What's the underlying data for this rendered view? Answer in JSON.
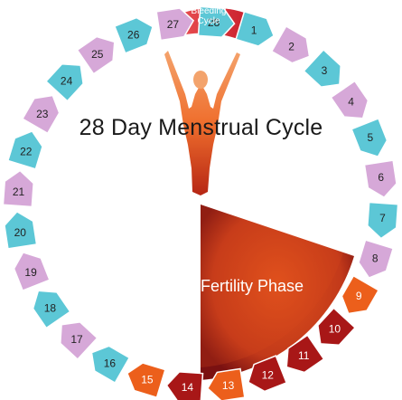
{
  "title": "28 Day Menstrual Cycle",
  "bleeding_label_line1": "Bleeding",
  "bleeding_label_line2": "Cycle",
  "fertility_label": "Fertility Phase",
  "colors": {
    "pink": "#d6a8d8",
    "teal": "#5cc7d6",
    "fertile_red": "#a81717",
    "fertile_orange": "#ec5f1b",
    "bleeding": "#e0323c"
  },
  "days": [
    {
      "n": "1",
      "color": "teal"
    },
    {
      "n": "2",
      "color": "pink"
    },
    {
      "n": "3",
      "color": "teal"
    },
    {
      "n": "4",
      "color": "pink"
    },
    {
      "n": "5",
      "color": "teal"
    },
    {
      "n": "6",
      "color": "pink"
    },
    {
      "n": "7",
      "color": "teal"
    },
    {
      "n": "8",
      "color": "pink"
    },
    {
      "n": "9",
      "color": "fertile_orange"
    },
    {
      "n": "10",
      "color": "fertile_red"
    },
    {
      "n": "11",
      "color": "fertile_red"
    },
    {
      "n": "12",
      "color": "fertile_red"
    },
    {
      "n": "13",
      "color": "fertile_orange"
    },
    {
      "n": "14",
      "color": "fertile_red"
    },
    {
      "n": "15",
      "color": "fertile_orange"
    },
    {
      "n": "16",
      "color": "teal"
    },
    {
      "n": "17",
      "color": "pink"
    },
    {
      "n": "18",
      "color": "teal"
    },
    {
      "n": "19",
      "color": "pink"
    },
    {
      "n": "20",
      "color": "teal"
    },
    {
      "n": "21",
      "color": "pink"
    },
    {
      "n": "22",
      "color": "teal"
    },
    {
      "n": "23",
      "color": "pink"
    },
    {
      "n": "24",
      "color": "teal"
    },
    {
      "n": "25",
      "color": "pink"
    },
    {
      "n": "26",
      "color": "teal"
    },
    {
      "n": "27",
      "color": "pink"
    },
    {
      "n": "28",
      "color": "teal"
    }
  ]
}
